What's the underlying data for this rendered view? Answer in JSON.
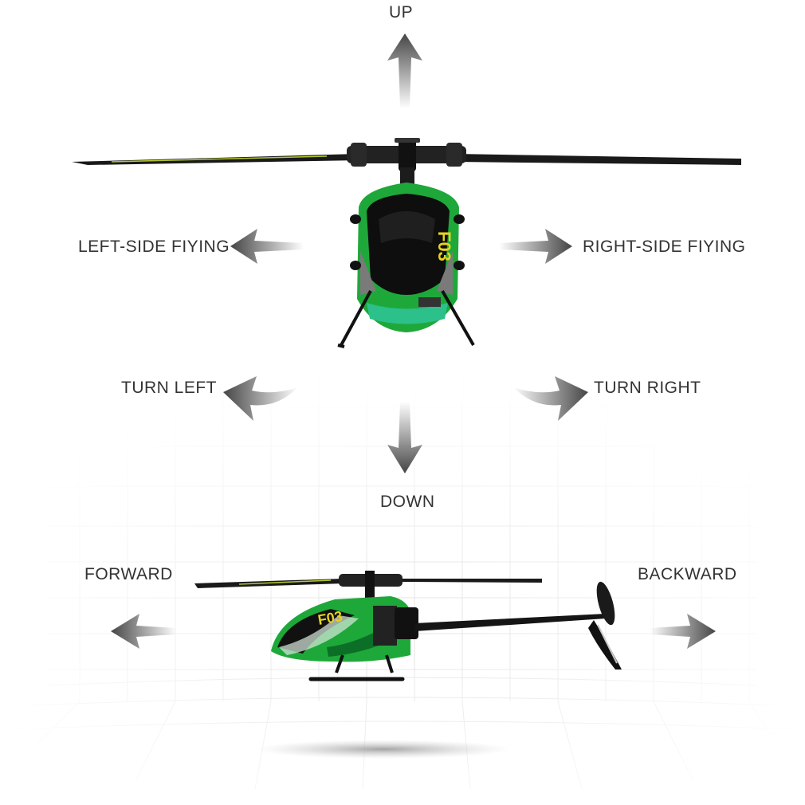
{
  "labels": {
    "up": "UP",
    "down": "DOWN",
    "left_side": "LEFT-SIDE FIYING",
    "right_side": "RIGHT-SIDE FIYING",
    "turn_left": "TURN LEFT",
    "turn_right": "TURN RIGHT",
    "forward": "FORWARD",
    "backward": "BACKWARD"
  },
  "model_badge": "F03",
  "colors": {
    "arrow": "#4a4a4a",
    "text": "#333333",
    "body_green": "#1fa83a",
    "body_dark": "#111111",
    "grid": "#e4e4e4"
  },
  "icons": [
    "arrow-up-icon",
    "arrow-down-icon",
    "arrow-left-icon",
    "arrow-right-icon",
    "turn-left-icon",
    "turn-right-icon",
    "forward-arrow-icon",
    "backward-arrow-icon",
    "helicopter-front-view",
    "helicopter-side-view"
  ]
}
